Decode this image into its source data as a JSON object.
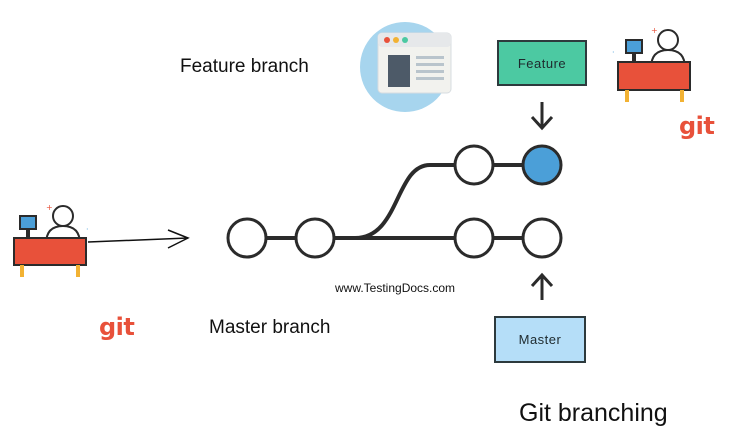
{
  "labels": {
    "feature_branch": "Feature branch",
    "master_branch": "Master branch",
    "watermark": "www.TestingDocs.com",
    "title": "Git branching"
  },
  "boxes": {
    "feature": "Feature",
    "master": "Master"
  },
  "git_logo_text": "git",
  "colors": {
    "feature_box": "#4cc9a2",
    "master_box": "#b5def8",
    "head_commit": "#4b9fd8",
    "git_logo": "#e8513a",
    "desk": "#e8513a",
    "browser_circle": "#a7d5ee"
  },
  "icons": [
    "browser-icon",
    "developer-desk-icon",
    "arrow-icon",
    "commit-node-icon"
  ]
}
